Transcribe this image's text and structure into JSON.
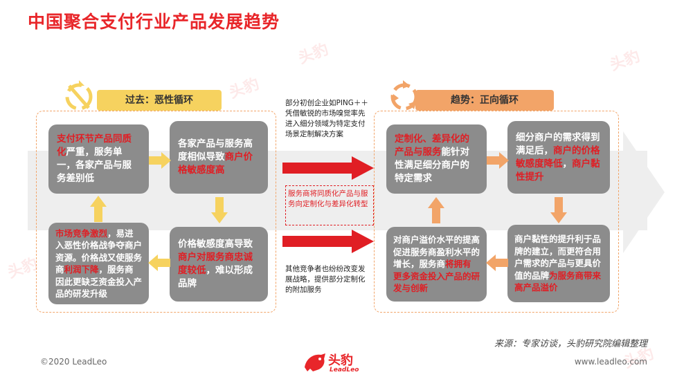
{
  "title": "中国聚合支付行业产品发展趋势",
  "left_header": "过去：恶性循环",
  "right_header": "趋势：正向循环",
  "left_boxes": {
    "b1": [
      {
        "t": "支付环节产品同质化",
        "r": true
      },
      {
        "t": "严重，服务单一，各家产品与服务差别低",
        "r": false
      }
    ],
    "b2": [
      {
        "t": "各家产品与服务高度相似导致",
        "r": false
      },
      {
        "t": "商户价格敏感度高",
        "r": true
      }
    ],
    "b3": [
      {
        "t": "价格敏感度高导致",
        "r": false
      },
      {
        "t": "商户对服务商忠诚度较低",
        "r": true
      },
      {
        "t": "，难以形成品牌",
        "r": false
      }
    ],
    "b4": [
      {
        "t": "市场竞争激烈",
        "r": true
      },
      {
        "t": "，易进入恶性价格战争夺商户资源。价格战又使服务商",
        "r": false
      },
      {
        "t": "利润下降",
        "r": true
      },
      {
        "t": "，服务商因此更缺乏资金投入产品的研发升级",
        "r": false
      }
    ]
  },
  "right_boxes": {
    "b1": [
      {
        "t": "定制化、差异化的产品与服务",
        "r": true
      },
      {
        "t": "能针对性满足细分商户的特定需求",
        "r": false
      }
    ],
    "b2": [
      {
        "t": "细分商户的需求得到满足后，",
        "r": false
      },
      {
        "t": "商户的价格敏感度降低",
        "r": true
      },
      {
        "t": "，",
        "r": false
      },
      {
        "t": "商户黏性提升",
        "r": true
      }
    ],
    "b3": [
      {
        "t": "商户黏性的提升利于品牌的建立，而更符合用户需求的产品与更具价值的品牌",
        "r": false
      },
      {
        "t": "为服务商带来高产品溢价",
        "r": true
      }
    ],
    "b4": [
      {
        "t": "对商户溢价水平的提高促进服务商盈利水平的增长，服务商",
        "r": false
      },
      {
        "t": "将拥有更多资金投入产品的研发与创新",
        "r": true
      }
    ]
  },
  "middle_notes": {
    "top": "部分初创企业如PING＋＋凭借敏锐的市场嗅觉率先进入细分领域为特定支付场景定制解决方案",
    "middle": "服务商将同质化产品与服务向定制化与差异化转型",
    "bottom": "其他竞争者也纷纷改变发展战略，提供部分定制化的附加服务"
  },
  "source": "来源：专家访谈，头豹研究院编辑整理",
  "footer": {
    "copyright": "©2020 LeadLeo",
    "website": "www.leadleo.com",
    "logo_cn": "头豹",
    "logo_en": "LeadLeo"
  },
  "watermark": "头豹",
  "colors": {
    "title_red": "#e8262a",
    "left_header_bg": "#f6d25f",
    "right_header_bg": "#f2a468",
    "box_gray": "#8c8c8c",
    "arrow_yellow": "#f6d25f",
    "arrow_orange": "#f2a468",
    "arrow_red": "#e01e24"
  },
  "icons": [
    "recycle-broken-icon",
    "recycle-icon",
    "leopard-logo-icon"
  ]
}
